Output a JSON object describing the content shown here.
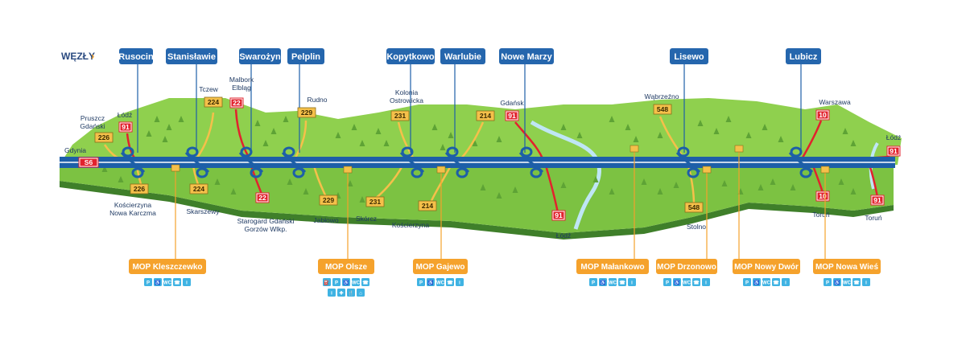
{
  "legend": {
    "title": "WĘZŁY",
    "arrow": "›"
  },
  "colors": {
    "terrain": "#7cc242",
    "terrain_dark": "#5ea335",
    "terrain_edge": "#3f7f2a",
    "road": "#1d5fa8",
    "junction_box": "#2566ad",
    "mop": "#f5a22c",
    "yellow_shield": "#f5c04a",
    "red_shield": "#e2222d",
    "service_icon": "#3fb3e3",
    "river": "#bfe6f5"
  },
  "junctions": [
    {
      "name": "Rusocin"
    },
    {
      "name": "Stanisławie"
    },
    {
      "name": "Swarożyn"
    },
    {
      "name": "Pelplin"
    },
    {
      "name": "Kopytkowo"
    },
    {
      "name": "Warlubie"
    },
    {
      "name": "Nowe Marzy"
    },
    {
      "name": "Lisewo"
    },
    {
      "name": "Lubicz"
    }
  ],
  "towns": {
    "gdynia": "Gdynia",
    "pruszcz": "Pruszcz\nGdański",
    "lodz_w": "Łódź",
    "tczew": "Tczew",
    "malbork": "Malbork\nElbląg",
    "rudno": "Rudno",
    "kolonia": "Kolonia\nOstrowicka",
    "gdansk": "Gdańsk",
    "wabrzezno": "Wąbrzeźno",
    "warszawa": "Warszawa",
    "lodz_e": "Łódź",
    "koscierzyna_nk": "Kościerzyna\nNowa Karczma",
    "skarszewy": "Skarszewy",
    "starogard": "Starogard Gdański\nGorzów Wlkp.",
    "jablowo": "Jabłowo",
    "skorcz": "Skórcz",
    "koscierzyna": "Kościerzyna",
    "lodz_s": "Łódź",
    "stolno": "Stolno",
    "torun1": "Toruń",
    "torun2": "Toruń"
  },
  "roads": {
    "s6": "S6",
    "r226": "226",
    "r91": "91",
    "r224": "224",
    "r22": "22",
    "r229": "229",
    "r231": "231",
    "r214": "214",
    "r548": "548",
    "r10": "10"
  },
  "mops": [
    {
      "name": "MOP Kleszczewko",
      "services": [
        "P",
        "♿",
        "WC",
        "☎",
        "i"
      ]
    },
    {
      "name": "MOP Olsze",
      "services": [
        "⛽",
        "P",
        "♿",
        "WC",
        "☎",
        "i",
        "✚",
        "🍴",
        "⌂"
      ]
    },
    {
      "name": "MOP Gajewo",
      "services": [
        "P",
        "♿",
        "WC",
        "☎",
        "i"
      ]
    },
    {
      "name": "MOP Małankowo",
      "services": [
        "P",
        "♿",
        "WC",
        "☎",
        "i"
      ]
    },
    {
      "name": "MOP Drzonowo",
      "services": [
        "P",
        "♿",
        "WC",
        "☎",
        "i"
      ]
    },
    {
      "name": "MOP Nowy Dwór",
      "services": [
        "P",
        "♿",
        "WC",
        "☎",
        "i"
      ]
    },
    {
      "name": "MOP Nowa Wieś",
      "services": [
        "P",
        "♿",
        "WC",
        "☎",
        "i"
      ]
    }
  ]
}
